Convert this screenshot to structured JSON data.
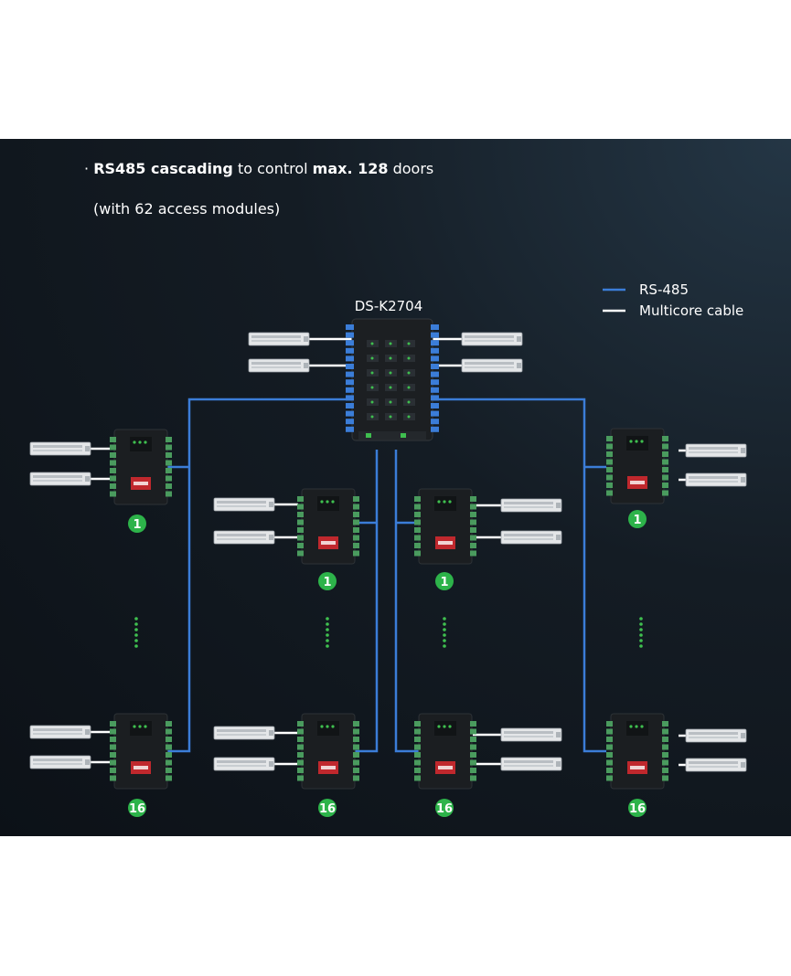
{
  "headline": {
    "line1": {
      "bullet": "·",
      "bold1": "RS485 cascading",
      "text1": "to control",
      "bold2": "max. 128",
      "text2": "doors"
    },
    "line2": "(with 62 access modules)"
  },
  "diagram": {
    "main_controller": "DS-K2704",
    "legend": [
      {
        "label": "RS-485",
        "color": "#3b7dd8"
      },
      {
        "label": "Multicore cable",
        "color": "#ffffff"
      }
    ],
    "modules": [
      {
        "number": "1"
      },
      {
        "number": "1"
      },
      {
        "number": "1"
      },
      {
        "number": "1"
      },
      {
        "number": "16"
      },
      {
        "number": "16"
      },
      {
        "number": "16"
      },
      {
        "number": "16"
      }
    ],
    "colors": {
      "background": "#10171e",
      "rs485": "#3b7dd8",
      "multicore": "#ffffff",
      "badge": "#2db34a",
      "terminal": "#4a9b5e",
      "ellipsis_dots": "#3fbf4f"
    }
  }
}
